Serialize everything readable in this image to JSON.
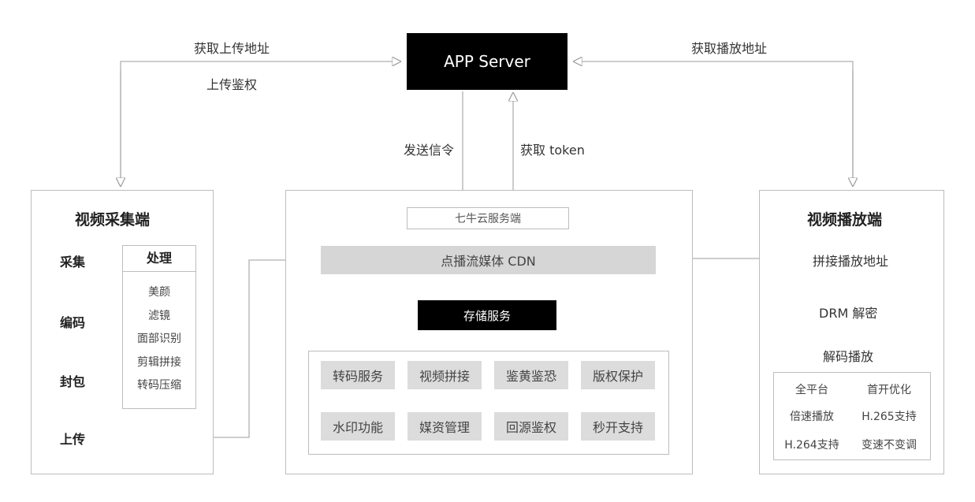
{
  "app_server": {
    "label": "APP Server"
  },
  "edge_labels": {
    "get_upload_address": "获取上传地址",
    "upload_auth": "上传鉴权",
    "get_play_address": "获取播放地址",
    "send_signal": "发送信令",
    "get_token": "获取 token"
  },
  "capture": {
    "title": "视频采集端",
    "steps": {
      "collect": "采集",
      "encode": "编码",
      "package": "封包",
      "upload": "上传"
    },
    "process": {
      "title": "处理",
      "items": [
        "美颜",
        "滤镜",
        "面部识别",
        "剪辑拼接",
        "转码压缩"
      ]
    }
  },
  "cloud": {
    "server_label": "七牛云服务端",
    "cdn_label": "点播流媒体 CDN",
    "storage_label": "存储服务",
    "services": [
      "转码服务",
      "视频拼接",
      "鉴黄鉴恐",
      "版权保护",
      "水印功能",
      "媒资管理",
      "回源鉴权",
      "秒开支持"
    ]
  },
  "player": {
    "title": "视频播放端",
    "steps": {
      "splice_address": "拼接播放地址",
      "drm": "DRM 解密",
      "decode": "解码播放"
    },
    "features": [
      "全平台",
      "首开优化",
      "倍速播放",
      "H.265支持",
      "H.264支持",
      "变速不变调"
    ]
  },
  "colors": {
    "black_box": "#000000",
    "gray_fill": "#d6d6d6",
    "arrow": "#b0b0b0",
    "border": "#bdbdbd"
  }
}
